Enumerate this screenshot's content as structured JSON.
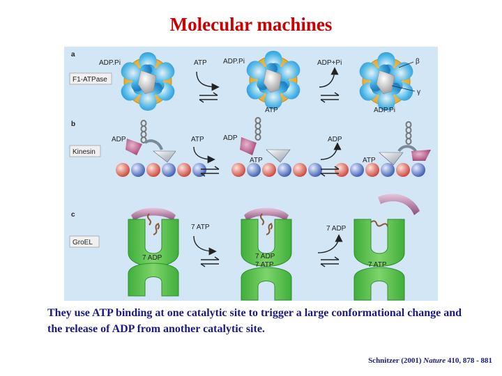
{
  "title": "Molecular machines",
  "panels": {
    "a": {
      "letter": "a",
      "name": "F1-ATPase",
      "labels": {
        "adp_pi_left": "ADP.Pi",
        "atp_arrow": "ATP",
        "adp_pi_mid": "ADP.Pi",
        "atp_mid_bottom": "ATP",
        "adp_plus_pi": "ADP+Pi",
        "beta": "β",
        "gamma": "γ",
        "adp_pi_right_bottom": "ADP.Pi"
      }
    },
    "b": {
      "letter": "b",
      "name": "Kinesin",
      "labels": {
        "adp_left": "ADP",
        "atp_arrow": "ATP",
        "adp_mid": "ADP",
        "atp_mid": "ATP",
        "adp_arrow": "ADP",
        "atp_right": "ATP"
      }
    },
    "c": {
      "letter": "c",
      "name": "GroEL",
      "labels": {
        "adp_left": "7 ADP",
        "atp_arrow": "7 ATP",
        "adp_mid": "7 ADP",
        "atp_mid": "7 ATP",
        "adp_arrow": "7 ADP",
        "atp_right": "7 ATP"
      }
    }
  },
  "caption": "They use ATP binding at one catalytic site to trigger a large conformational change and the release of ADP from another catalytic site.",
  "citation": {
    "authors": "Schnitzer (2001)",
    "journal": "Nature",
    "ref": "410, 878 - 881"
  }
}
